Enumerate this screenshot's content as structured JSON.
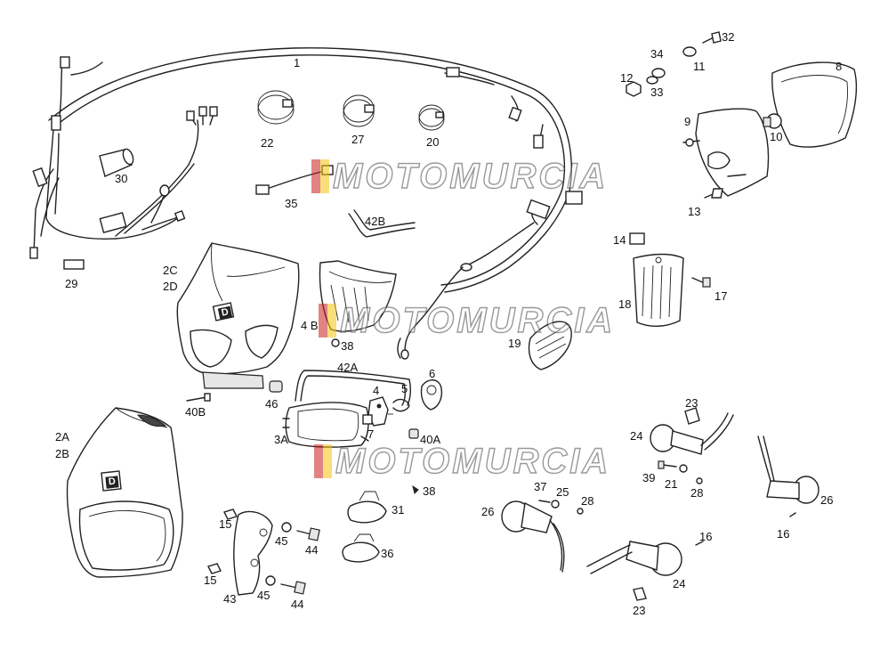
{
  "watermark": {
    "text": "MOTOMURCIA"
  },
  "part_labels": {
    "p1": "1",
    "p2a": "2A",
    "p2b": "2B",
    "p2c": "2C",
    "p2d": "2D",
    "p3a": "3A",
    "p4": "4",
    "p4b": "4 B",
    "p5": "5",
    "p6": "6",
    "p7": "7",
    "p8": "8",
    "p9": "9",
    "p10": "10",
    "p11": "11",
    "p12": "12",
    "p13": "13",
    "p14": "14",
    "p15a": "15",
    "p15b": "15",
    "p16a": "16",
    "p16b": "16",
    "p17": "17",
    "p18": "18",
    "p19": "19",
    "p20": "20",
    "p21": "21",
    "p22": "22",
    "p23a": "23",
    "p23b": "23",
    "p24a": "24",
    "p24b": "24",
    "p25": "25",
    "p26a": "26",
    "p26b": "26",
    "p27": "27",
    "p28a": "28",
    "p28b": "28",
    "p29": "29",
    "p30": "30",
    "p31": "31",
    "p32": "32",
    "p33": "33",
    "p34": "34",
    "p35": "35",
    "p36": "36",
    "p37": "37",
    "p38a": "38",
    "p38b": "38",
    "p39": "39",
    "p40a": "40A",
    "p40b": "40B",
    "p42a": "42A",
    "p42b": "42B",
    "p43": "43",
    "p44a": "44",
    "p44b": "44",
    "p45a": "45",
    "p45b": "45",
    "p46": "46"
  },
  "badges": {
    "fairing_logo": "D"
  }
}
